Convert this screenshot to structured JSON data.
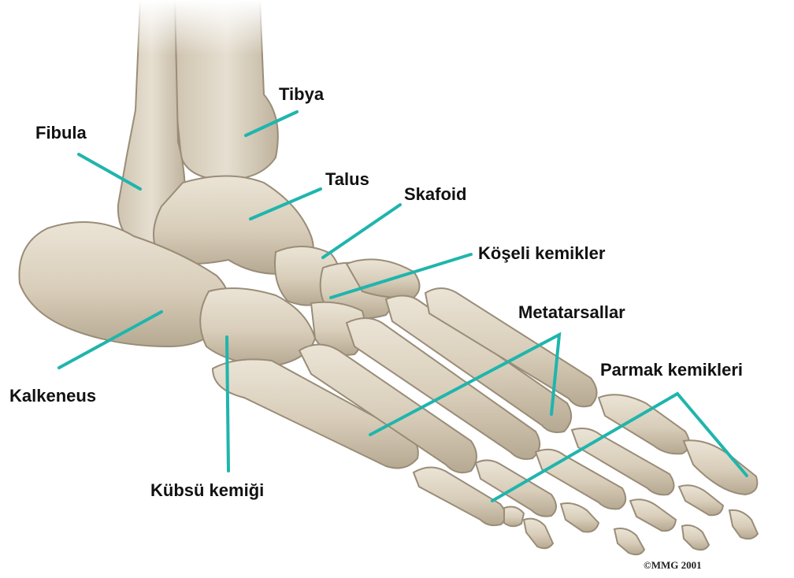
{
  "colors": {
    "leader": "#1fb5ad",
    "bone": "#ddd3c1",
    "bone_shade": "#b8ab95",
    "bone_outline": "#9a8d78",
    "text": "#111111"
  },
  "labels": {
    "tibia": "Tibya",
    "fibula": "Fibula",
    "talus": "Talus",
    "navicular": "Skafoid",
    "cuneiform": "Köşeli kemikler",
    "metatarsal": "Metatarsallar",
    "phalanges": "Parmak kemikleri",
    "calcaneus": "Kalkeneus",
    "cuboid": "Kübsü kemiği"
  },
  "copyright": "©MMG 2001"
}
